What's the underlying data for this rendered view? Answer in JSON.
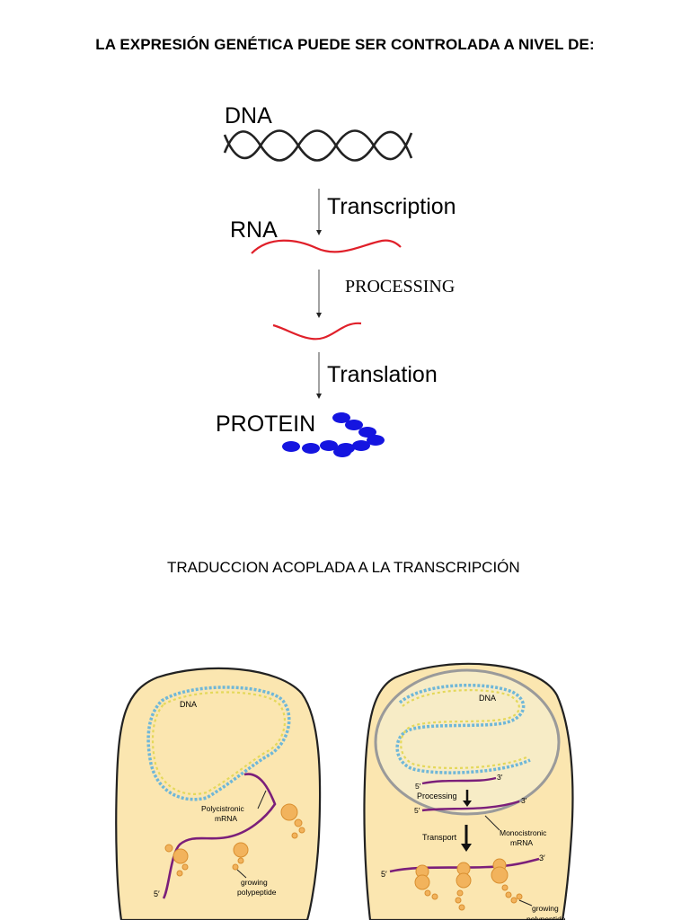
{
  "page": {
    "title": "LA EXPRESIÓN GENÉTICA PUEDE SER CONTROLADA  A NIVEL DE:",
    "subtitle": "TRADUCCION ACOPLADA  A LA TRANSCRIPCIÓN"
  },
  "flow": {
    "dna": "DNA",
    "transcription": "Transcription",
    "rna": "RNA",
    "processing": "PROCESSING",
    "translation": "Translation",
    "protein": "PROTEIN",
    "colors": {
      "rna": "#e0202a",
      "protein": "#1515e0",
      "dna": "#222222"
    }
  },
  "prokaryote": {
    "dna": "DNA",
    "polycistronic_1": "Polycistronic",
    "polycistronic_2": "mRNA",
    "growing_1": "growing",
    "growing_2": "polypeptide",
    "five_prime": "5′"
  },
  "eukaryote": {
    "dna": "DNA",
    "five_prime_a": "5′",
    "three_prime_a": "3′",
    "processing": "Processing",
    "five_prime_b": "5′",
    "three_prime_b": "3′",
    "monocistronic_1": "Monocistronic",
    "monocistronic_2": "mRNA",
    "transport": "Transport",
    "five_prime_c": "5′",
    "three_prime_c": "3′",
    "growing_1": "growing",
    "growing_2": "polypeptide"
  },
  "cell_colors": {
    "cytoplasm": "#fbe6b0",
    "nucleus": "#f7ecc6",
    "mrna": "#7b1f7a",
    "ribosome": "#f2b35c"
  }
}
